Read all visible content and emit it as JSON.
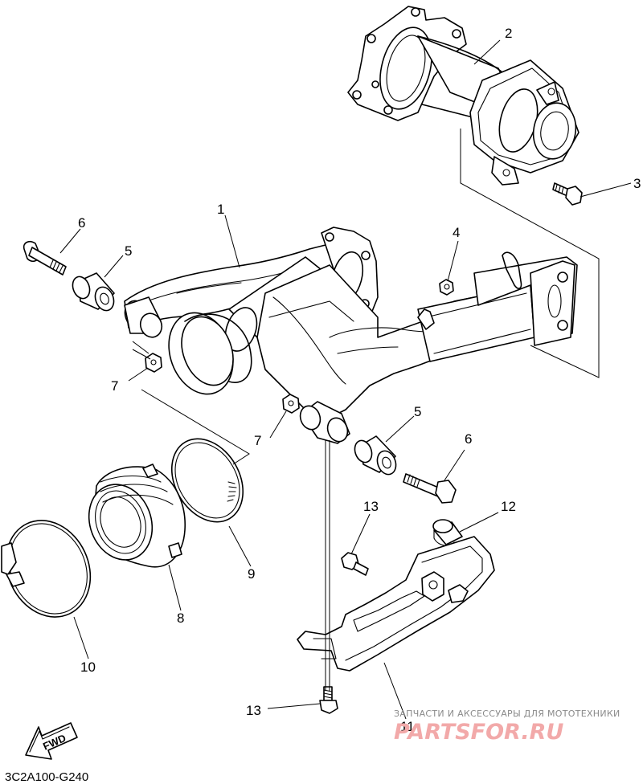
{
  "diagram_code": "3C2A100-G240",
  "fwd_label": "FWD",
  "watermark": {
    "tagline": "ЗАПЧАСТИ И АКСЕССУАРЫ ДЛЯ МОТОТЕХНИКИ",
    "logo": "PARTSFOR.RU"
  },
  "callouts": {
    "c1": "1",
    "c2": "2",
    "c3": "3",
    "c4": "4",
    "c5a": "5",
    "c5b": "5",
    "c6a": "6",
    "c6b": "6",
    "c7a": "7",
    "c7b": "7",
    "c8": "8",
    "c9": "9",
    "c10": "10",
    "c11": "11",
    "c12": "12",
    "c13a": "13",
    "c13b": "13"
  }
}
